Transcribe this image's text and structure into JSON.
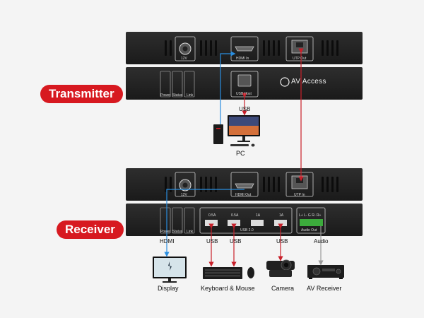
{
  "labels": {
    "transmitter": "Transmitter",
    "receiver": "Receiver",
    "pc": "PC",
    "display": "Display",
    "keyboard_mouse": "Keyboard & Mouse",
    "camera": "Camera",
    "av_receiver": "AV Receiver",
    "usb_tx": "USB",
    "hdmi_rx": "HDMI",
    "usb_rx_1": "USB",
    "usb_rx_2": "USB",
    "usb_rx_3": "USB",
    "audio": "Audio"
  },
  "ports": {
    "power_12v": "12V",
    "hdmi_in": "HDMI In",
    "utp_out": "UTP Out",
    "usb_host": "USB Host",
    "hdmi_out": "HDMI Out",
    "utp_in": "UTP In",
    "power": "Power",
    "status": "Status",
    "link": "Link",
    "usb_0_5a_1": "0.5A",
    "usb_0_5a_2": "0.5A",
    "usb_1a_1": "1A",
    "usb_1a_2": "1A",
    "usb_group": "USB 2.0",
    "audio_out": "Audio Out",
    "audio_pins": "L+ L- G R- R+"
  },
  "brand": "AV Access",
  "colors": {
    "accent_red": "#d71920",
    "hdmi_blue": "#2a8ee0",
    "utp_red": "#c8202a",
    "device_body": "#232323",
    "audio_line": "#9a9a9a"
  },
  "icons": [
    "av-access-logo-icon",
    "monitor-icon",
    "pc-tower-icon",
    "keyboard-icon",
    "mouse-icon",
    "camera-icon",
    "av-receiver-icon"
  ]
}
